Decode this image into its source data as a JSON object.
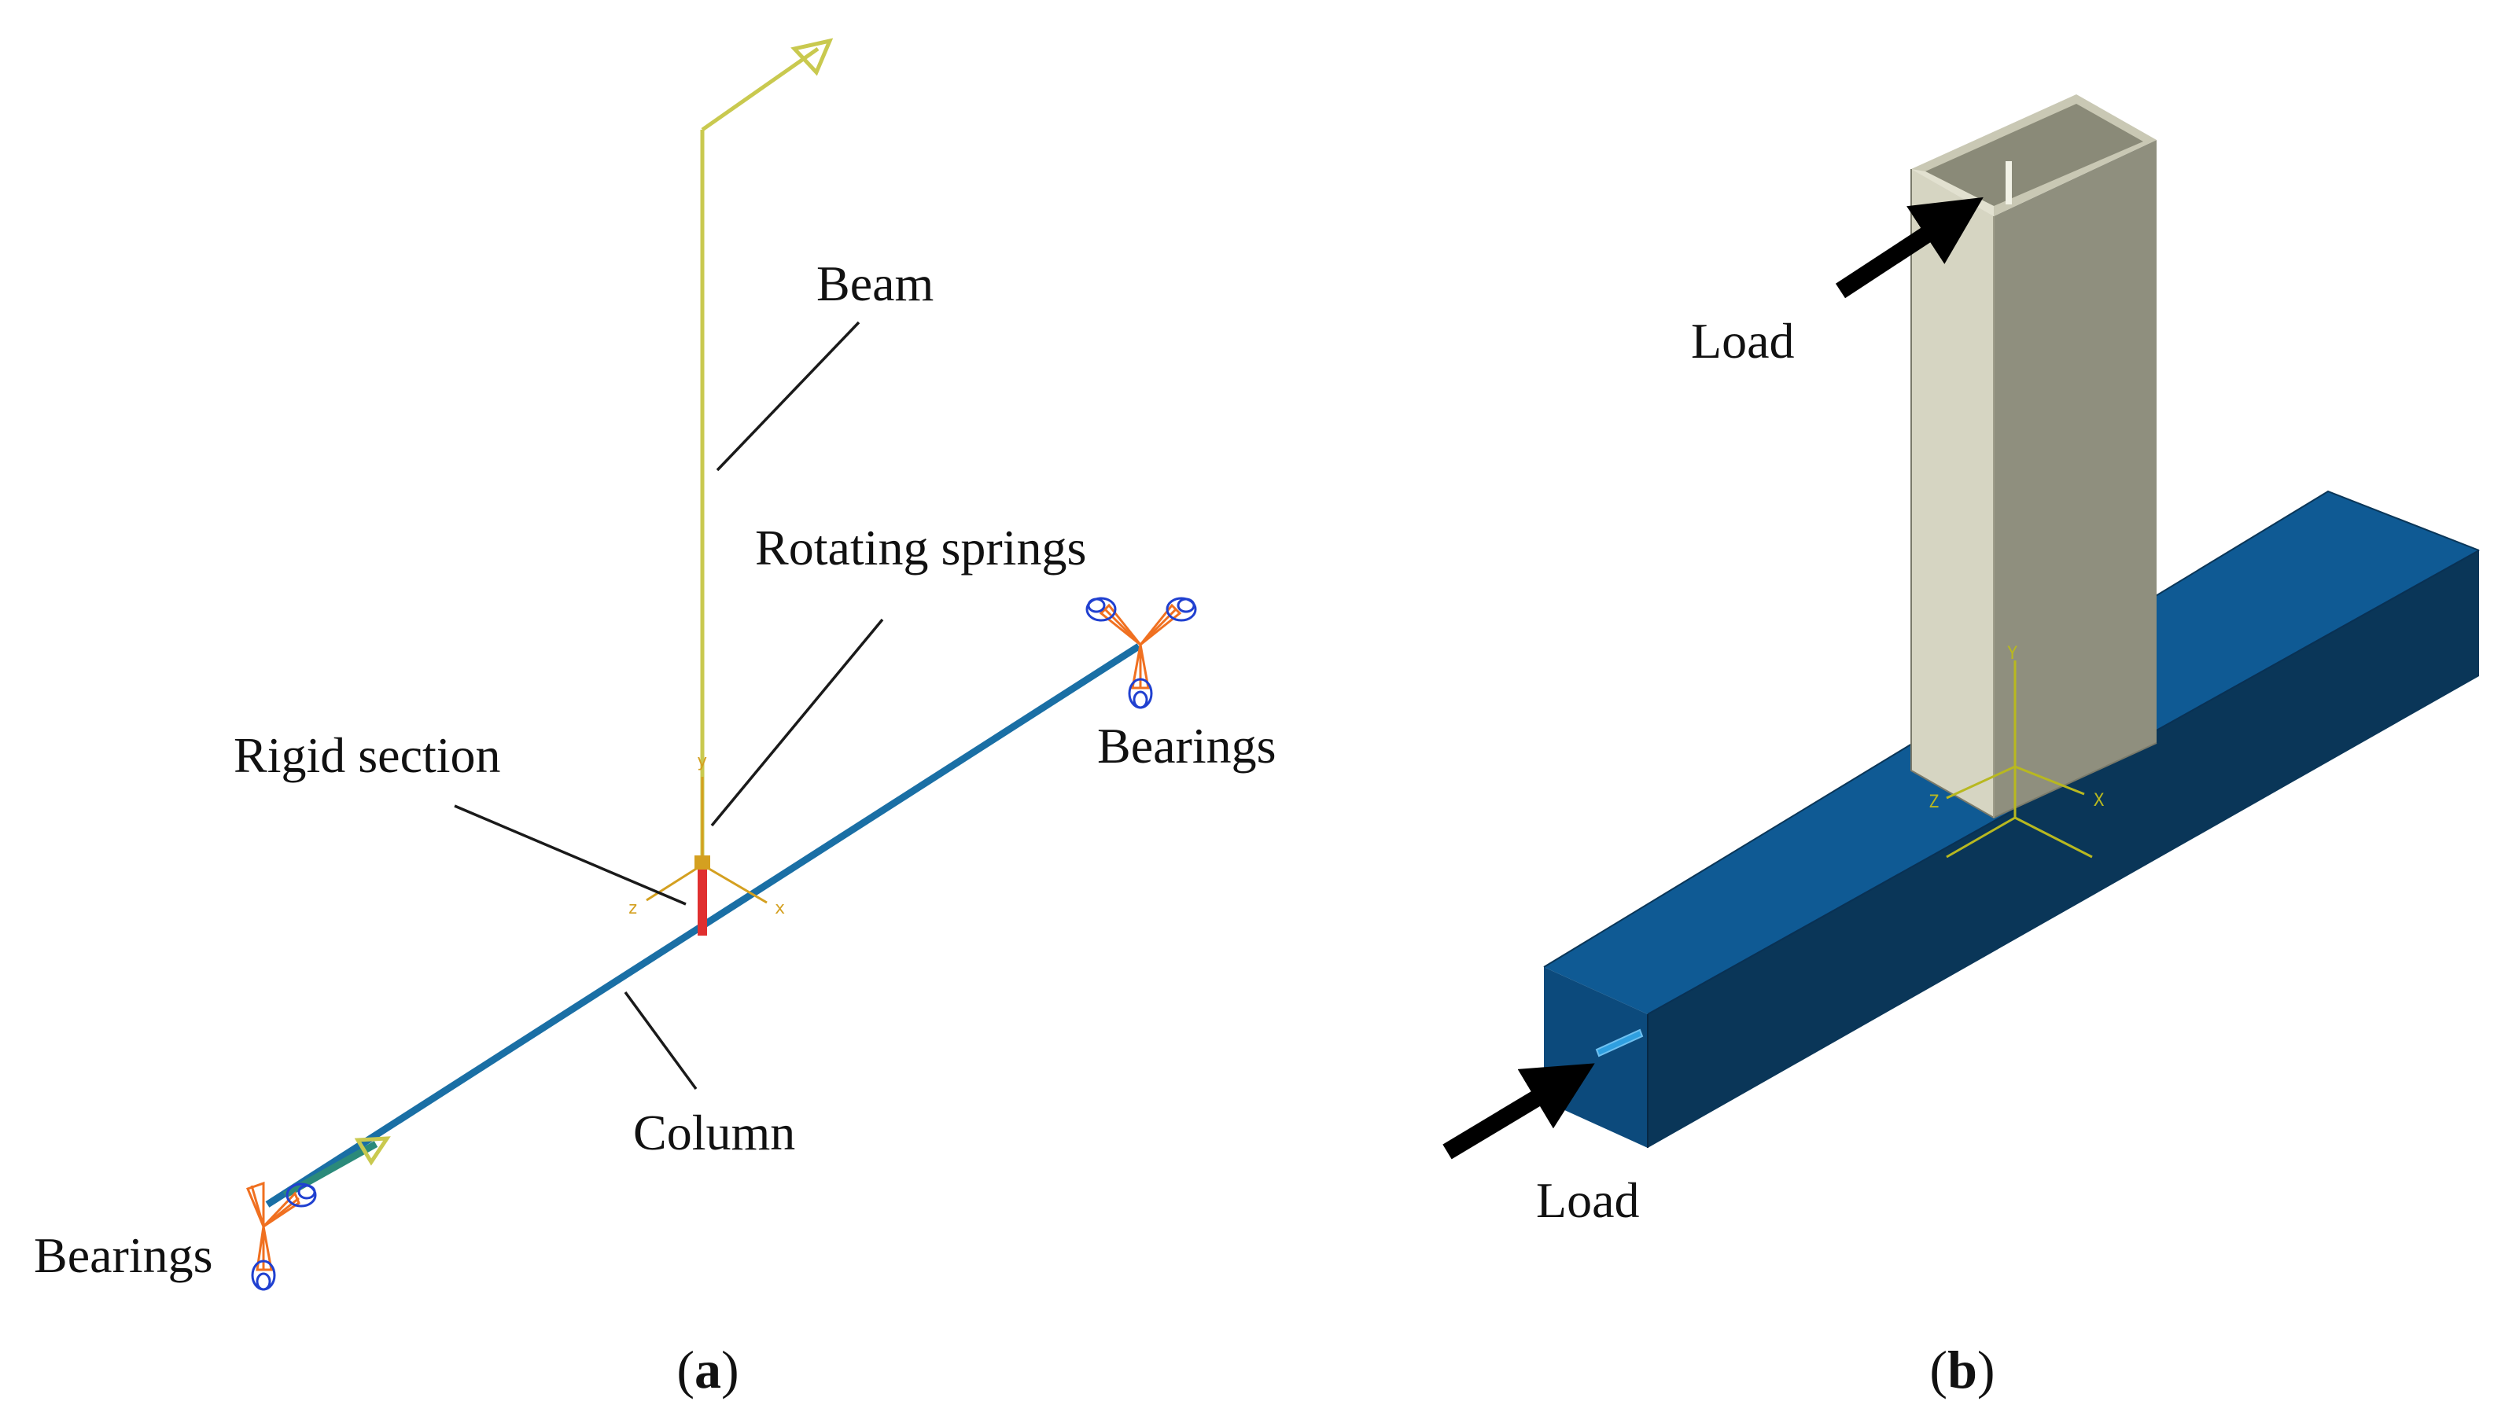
{
  "panel_a": {
    "labels": {
      "beam": "Beam",
      "rotating_springs": "Rotating springs",
      "rigid_section": "Rigid section",
      "bearings_top": "Bearings",
      "column": "Column",
      "bearings_bottom": "Bearings"
    },
    "axes": {
      "y": "y",
      "x": "x",
      "z": "z"
    },
    "caption_letter": "a"
  },
  "panel_b": {
    "labels": {
      "load_top": "Load",
      "load_bottom": "Load"
    },
    "axes": {
      "y": "Y",
      "x": "X",
      "z": "Z"
    },
    "caption_letter": "b"
  },
  "colors": {
    "beam_line": "#cccc55",
    "column_line": "#1a6fa5",
    "rigid_section": "#e03030",
    "spring_node": "#d4a020",
    "bearing_blue": "#2040d0",
    "bearing_orange": "#f07020",
    "column_solid_front": "#0c4a7c",
    "column_solid_top": "#0f5a94",
    "column_solid_side": "#0a3658",
    "beam_solid_front": "#d6d5c2",
    "beam_solid_side": "#8f8f7e",
    "load_arrow": "#000000",
    "axis_olive": "#b8b820"
  }
}
